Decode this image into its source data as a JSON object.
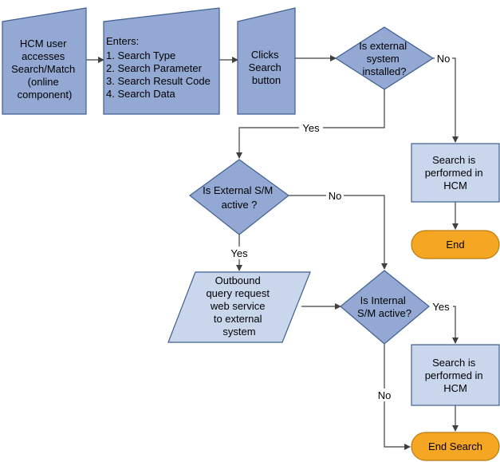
{
  "nodes": {
    "access": {
      "lines": [
        "HCM user",
        "accesses",
        "Search/Match",
        "(online",
        "component)"
      ]
    },
    "enters": {
      "lines": [
        "Enters:",
        "1. Search Type",
        "2. Search Parameter",
        "3. Search Result Code",
        "4. Search Data"
      ]
    },
    "clicks": {
      "lines": [
        "Clicks",
        "Search",
        "button"
      ]
    },
    "ext_installed": {
      "lines": [
        "Is external",
        "system",
        "installed?"
      ]
    },
    "hcm_search_1": {
      "lines": [
        "Search is",
        "performed in",
        "HCM"
      ]
    },
    "end_1": {
      "lines": [
        "End"
      ]
    },
    "ext_active": {
      "lines": [
        "Is External S/M",
        "active ?"
      ]
    },
    "outbound": {
      "lines": [
        "Outbound",
        "query request",
        "web service",
        "to external",
        "system"
      ]
    },
    "int_active": {
      "lines": [
        "Is Internal",
        "S/M active?"
      ]
    },
    "hcm_search_2": {
      "lines": [
        "Search is",
        "performed in",
        "HCM"
      ]
    },
    "end_search": {
      "lines": [
        "End Search"
      ]
    }
  },
  "edge_labels": {
    "yes_ext_installed": "Yes",
    "no_ext_installed": "No",
    "yes_ext_active": "Yes",
    "no_ext_active": "No",
    "yes_int_active": "Yes",
    "no_int_active": "No"
  },
  "colors": {
    "process_dark": "#93a9d4",
    "process_light": "#c9d6ec",
    "terminal": "#f5a623",
    "outline": "#3f5f8f"
  }
}
